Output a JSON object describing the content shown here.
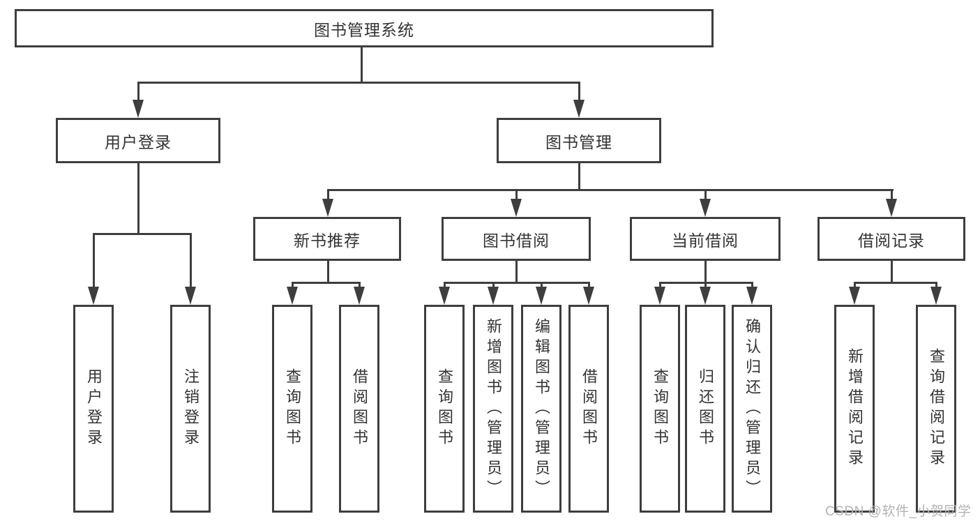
{
  "tree": {
    "label": "图书管理系统",
    "children": [
      {
        "label": "用户登录",
        "children": [
          {
            "label": "用户登录"
          },
          {
            "label": "注销登录"
          }
        ]
      },
      {
        "label": "图书管理",
        "children": [
          {
            "label": "新书推荐",
            "children": [
              {
                "label": "查询图书"
              },
              {
                "label": "借阅图书"
              }
            ]
          },
          {
            "label": "图书借阅",
            "children": [
              {
                "label": "查询图书"
              },
              {
                "label": "新增图书（管理员）"
              },
              {
                "label": "编辑图书（管理员）"
              },
              {
                "label": "借阅图书"
              }
            ]
          },
          {
            "label": "当前借阅",
            "children": [
              {
                "label": "查询图书"
              },
              {
                "label": "归还图书"
              },
              {
                "label": "确认归还（管理员）"
              }
            ]
          },
          {
            "label": "借阅记录",
            "children": [
              {
                "label": "新增借阅记录"
              },
              {
                "label": "查询借阅记录"
              }
            ]
          }
        ]
      }
    ]
  },
  "watermark": "CSDN @软件_小贺同学",
  "colors": {
    "line": "#3e3e3e",
    "text": "#333333",
    "watermark": "#b3b3b3",
    "background": "#ffffff"
  }
}
